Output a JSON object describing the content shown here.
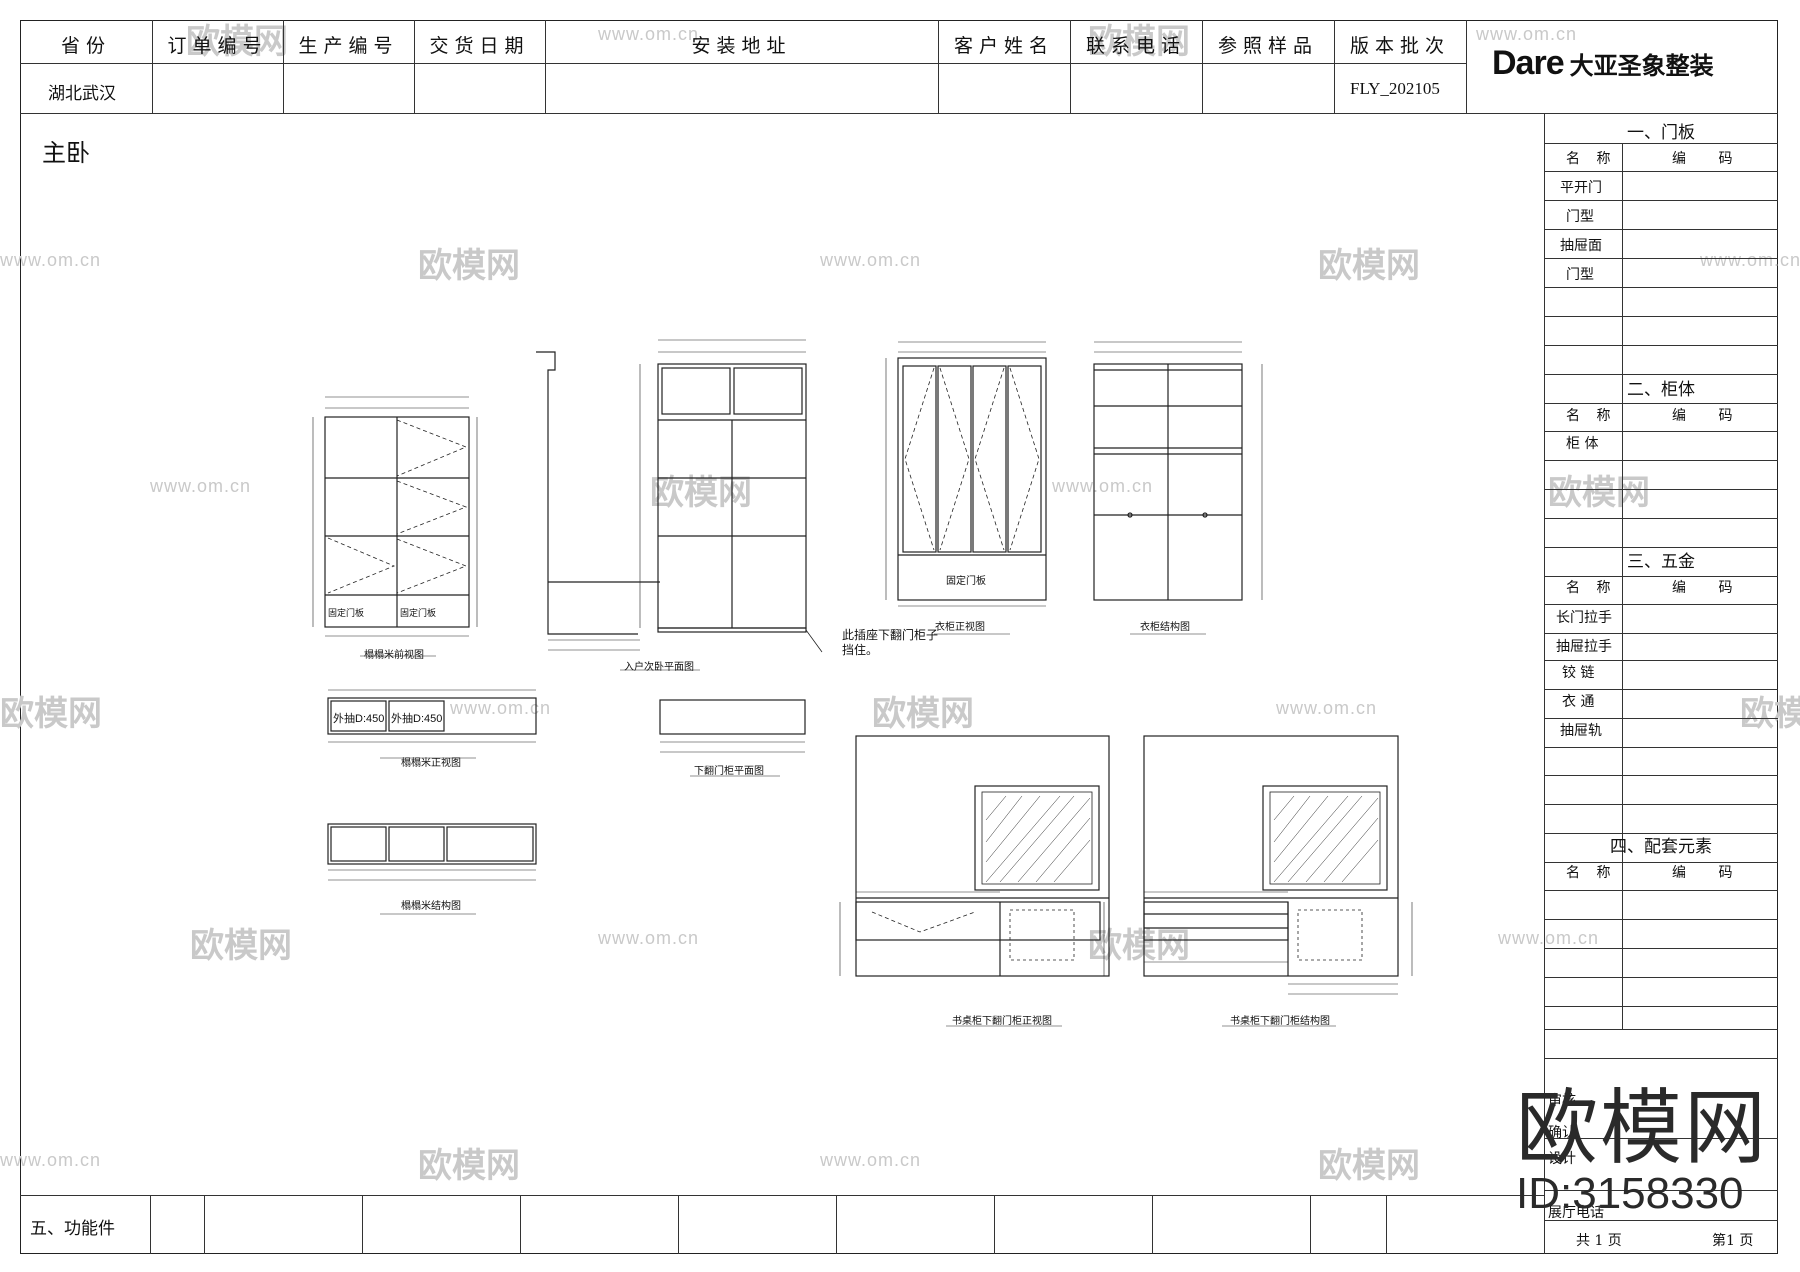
{
  "header": {
    "columns": [
      "省份",
      "订单编号",
      "生产编号",
      "交货日期",
      "安装地址",
      "客户姓名",
      "联系电话",
      "参照样品",
      "版本批次"
    ],
    "province_value": "湖北武汉",
    "version_value": "FLY_202105"
  },
  "logo": {
    "brand_en": "Dare",
    "brand_cn": "大亚圣象整装"
  },
  "room_title": "主卧",
  "side_panel": {
    "sections": [
      {
        "title": "一、门板",
        "name_label": "名 称",
        "code_label": "编 码",
        "items": [
          "平开门",
          "门型",
          "抽屉面",
          "门型"
        ]
      },
      {
        "title": "二、柜体",
        "name_label": "名 称",
        "code_label": "编 码",
        "items": [
          "柜 体"
        ]
      },
      {
        "title": "三、五金",
        "name_label": "名 称",
        "code_label": "编 码",
        "items": [
          "长门拉手",
          "抽屉拉手",
          "铰 链",
          "衣 通",
          "抽屉轨"
        ]
      },
      {
        "title": "四、配套元素",
        "name_label": "名 称",
        "code_label": "编 码",
        "items": []
      }
    ],
    "sign_rows": [
      "审核",
      "确认",
      "设计",
      "展厅电话"
    ],
    "pages": {
      "total": "共 1 页",
      "current": "第1 页"
    }
  },
  "footer": {
    "label": "五、功能件"
  },
  "drawings": {
    "tatami_elevation": "榻榻米前视图",
    "tatami_front": "榻榻米正视图",
    "tatami_structure": "榻榻米结构图",
    "entry_plan": "入户次卧平面图",
    "flip_plan": "下翻门柜平面图",
    "wardrobe_elevation": "衣柜正视图",
    "wardrobe_structure": "衣柜结构图",
    "desk_elevation": "书桌柜下翻门柜正视图",
    "desk_structure": "书桌柜下翻门柜结构图",
    "fixed_door": "固定门板",
    "drawer_1": "外抽D:450",
    "drawer_2": "外抽D:450",
    "note": "此插座下翻门柜子挡住。"
  },
  "watermarks": {
    "cn": "欧模网",
    "url": "www.om.cn",
    "id": "ID:3158330"
  }
}
